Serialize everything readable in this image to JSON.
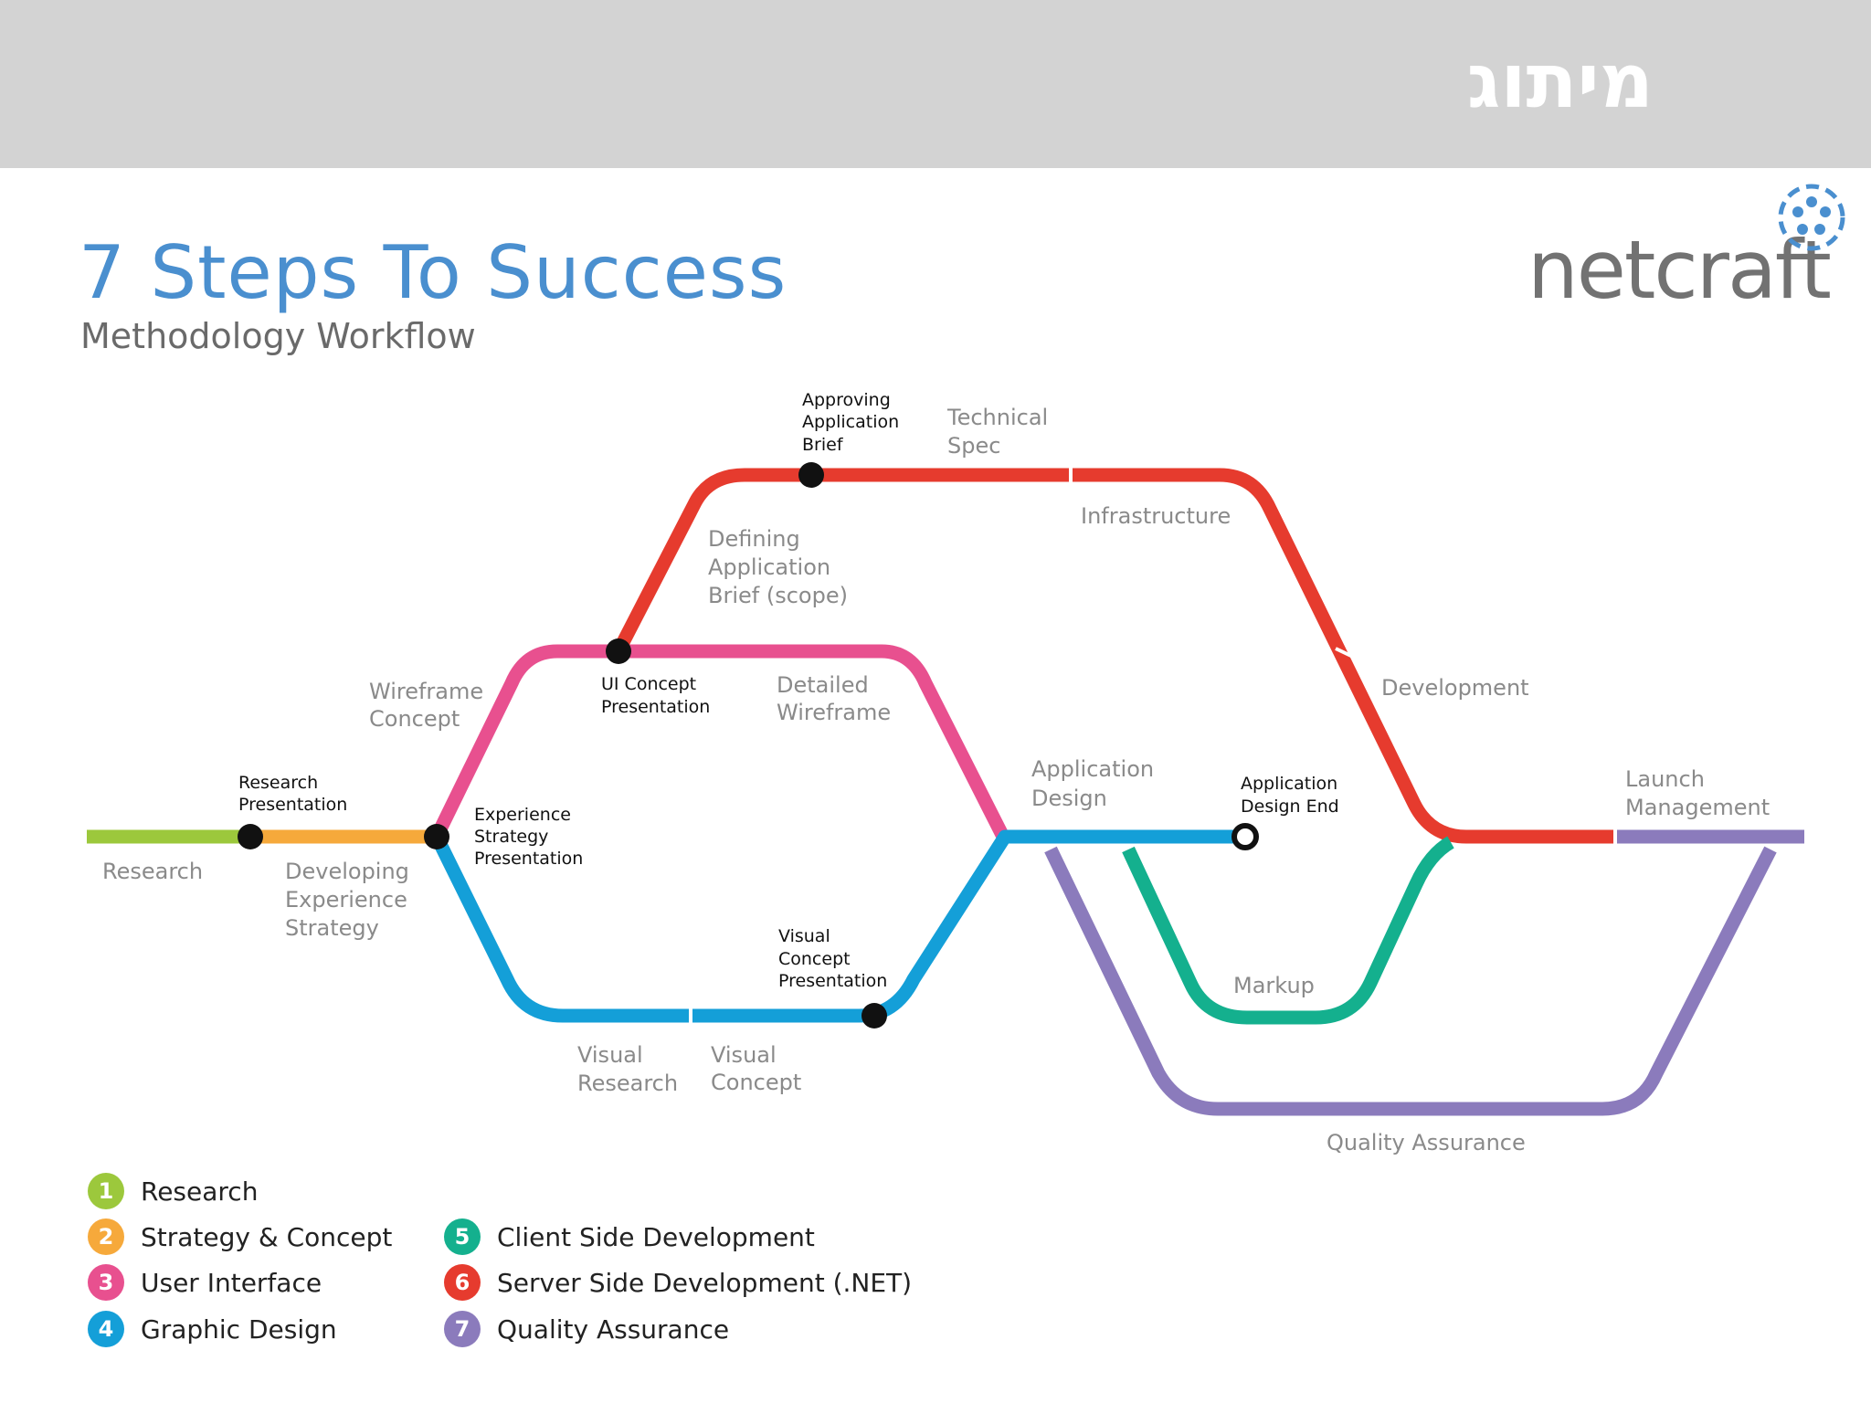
{
  "header": {
    "hebrew_title": "מיתוג"
  },
  "title": "7 Steps To Success",
  "subtitle": "Methodology Workflow",
  "brand": {
    "name": "netcraft",
    "logo_icon": "dotted-circle-logo-icon"
  },
  "colors": {
    "research": "#9cc83c",
    "strategy": "#f6a93b",
    "ui": "#e8508f",
    "graphic": "#149fd8",
    "client": "#14b08e",
    "server": "#e63b2e",
    "qa": "#8b7bbc"
  },
  "track_labels": {
    "research": "Research",
    "developing_experience_strategy": [
      "Developing",
      "Experience",
      "Strategy"
    ],
    "wireframe_concept": [
      "Wireframe",
      "Concept"
    ],
    "defining_application_brief": [
      "Defining",
      "Application",
      "Brief (scope)"
    ],
    "technical_spec": [
      "Technical",
      "Spec"
    ],
    "infrastructure": "Infrastructure",
    "development": "Development",
    "detailed_wireframe": [
      "Detailed",
      "Wireframe"
    ],
    "application_design": [
      "Application",
      "Design"
    ],
    "launch_management": [
      "Launch",
      "Management"
    ],
    "markup": "Markup",
    "quality_assurance": "Quality Assurance",
    "visual_research": [
      "Visual",
      "Research"
    ],
    "visual_concept": [
      "Visual",
      "Concept"
    ]
  },
  "milestones": {
    "research_presentation": [
      "Research",
      "Presentation"
    ],
    "experience_strategy_presentation": [
      "Experience",
      "Strategy",
      "Presentation"
    ],
    "ui_concept_presentation": [
      "UI Concept",
      "Presentation"
    ],
    "approving_application_brief": [
      "Approving",
      "Application",
      "Brief"
    ],
    "visual_concept_presentation": [
      "Visual",
      "Concept",
      "Presentation"
    ],
    "application_design_end": [
      "Application",
      "Design End"
    ]
  },
  "legend": [
    {
      "num": "1",
      "label": "Research",
      "color": "#9cc83c"
    },
    {
      "num": "2",
      "label": "Strategy & Concept",
      "color": "#f6a93b"
    },
    {
      "num": "3",
      "label": "User Interface",
      "color": "#e8508f"
    },
    {
      "num": "4",
      "label": "Graphic Design",
      "color": "#149fd8"
    },
    {
      "num": "5",
      "label": "Client Side Development",
      "color": "#14b08e"
    },
    {
      "num": "6",
      "label": "Server Side Development (.NET)",
      "color": "#e63b2e"
    },
    {
      "num": "7",
      "label": "Quality Assurance",
      "color": "#8b7bbc"
    }
  ]
}
